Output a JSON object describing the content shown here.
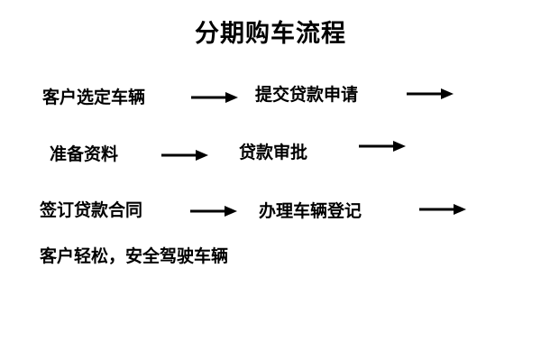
{
  "title": "分期购车流程",
  "steps": [
    "客户选定车辆",
    "提交贷款申请",
    "准备资料",
    "贷款审批",
    "签订贷款合同",
    "办理车辆登记",
    "客户轻松，安全驾驶车辆"
  ],
  "arrow_icon": "right-arrow-icon",
  "colors": {
    "text": "#000000",
    "background": "#ffffff"
  }
}
